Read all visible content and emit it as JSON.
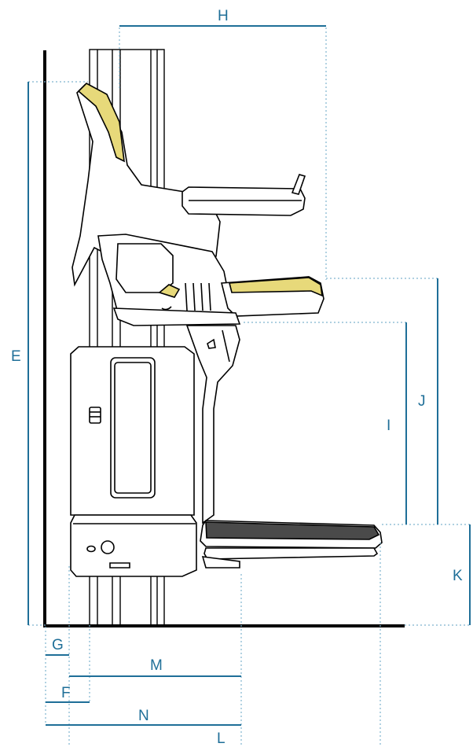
{
  "colors": {
    "dimension": "#1f6f98",
    "dotted": "#7fb3cf",
    "outline": "#000000",
    "accent_pad": "#e7d97a",
    "dark_footrest": "#4a4a4a",
    "body_fill": "#ffffff"
  },
  "labels": {
    "H": "H",
    "E": "E",
    "I": "I",
    "J": "J",
    "K": "K",
    "G": "G",
    "M": "M",
    "F": "F",
    "N": "N",
    "L": "L"
  }
}
